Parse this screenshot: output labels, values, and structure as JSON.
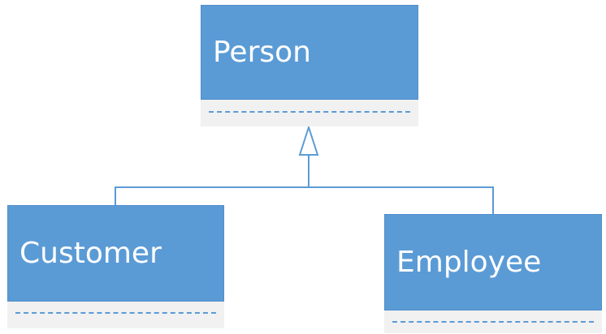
{
  "diagram": {
    "classes": [
      {
        "id": "person",
        "name": "Person"
      },
      {
        "id": "customer",
        "name": "Customer"
      },
      {
        "id": "employee",
        "name": "Employee"
      }
    ],
    "relationships": [
      {
        "type": "inheritance",
        "from": "customer",
        "to": "person"
      },
      {
        "type": "inheritance",
        "from": "employee",
        "to": "person"
      }
    ],
    "colors": {
      "header": "#5b9bd5",
      "body": "#f1f1f1",
      "connector": "#5b9bd5",
      "text": "#ffffff"
    }
  }
}
